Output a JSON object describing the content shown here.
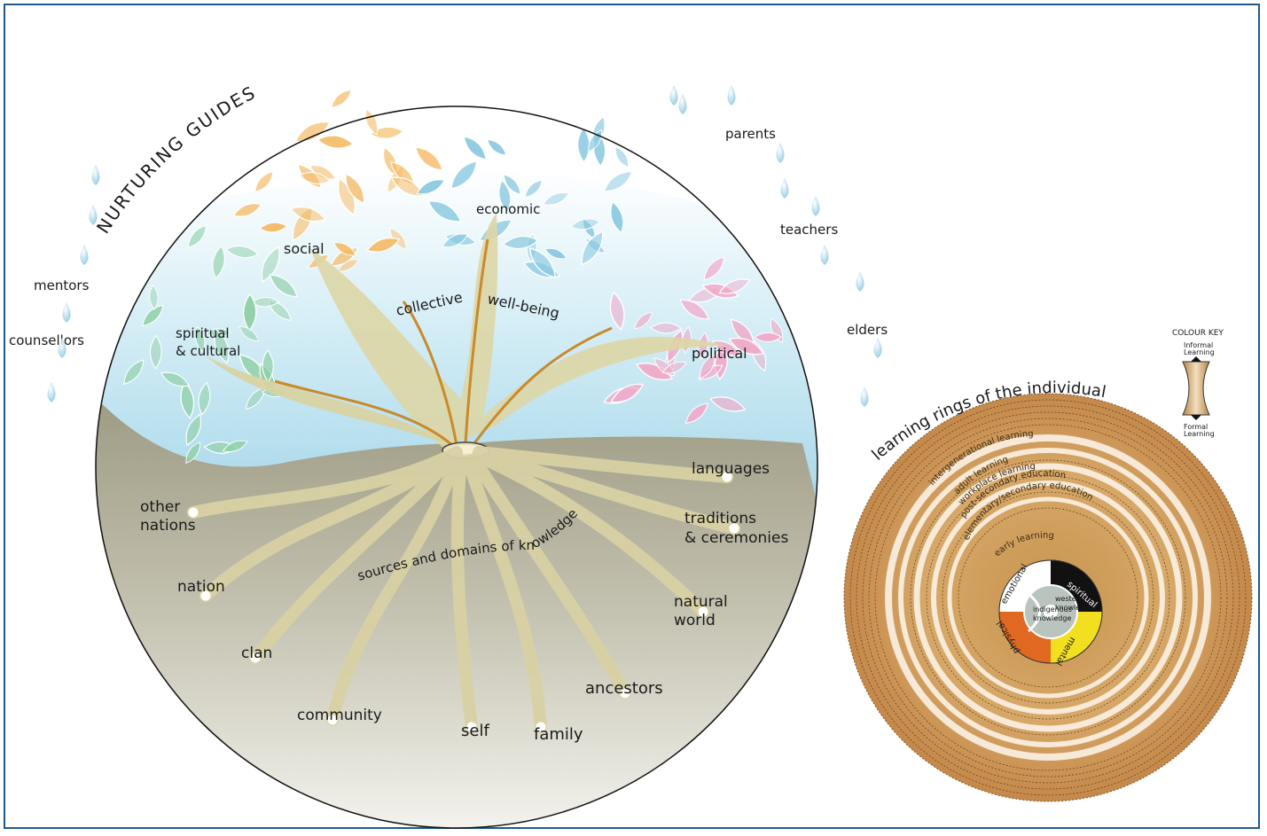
{
  "tree": {
    "title": "NURTURING GUIDES",
    "guides": [
      "mentors",
      "counsellors",
      "parents",
      "teachers",
      "elders"
    ],
    "branches": [
      "social",
      "economic",
      "spiritual\n& cultural",
      "political"
    ],
    "trunk_left": "collective",
    "trunk_right": "well-being",
    "roots_title": "sources and domains of knowledge",
    "roots": [
      "other\nnations",
      "nation",
      "clan",
      "community",
      "self",
      "family",
      "ancestors",
      "natural\nworld",
      "traditions\n& ceremonies",
      "languages"
    ]
  },
  "rings": {
    "title": "learning rings of the individual",
    "stages": [
      "intergenerational learning",
      "adult learning",
      "workplace learning",
      "post-secondary education",
      "elementary/secondary education",
      "early learning"
    ],
    "core": {
      "quadrants": [
        "spiritual",
        "mental",
        "physical",
        "emotional"
      ],
      "inner_left": "indigenous\nknowledge",
      "inner_right": "western\nknowledge"
    }
  },
  "colour_key": {
    "title": "COLOUR KEY",
    "top": "Informal\nLearning",
    "bottom": "Formal\nLearning"
  },
  "colors": {
    "frame": "#1f5a8a",
    "sky": "#bfe2f0",
    "ground": "#a8a690",
    "trunk": "#d8d0a0",
    "leaf_orange": "#f4b860",
    "leaf_blue": "#88c8e0",
    "leaf_green": "#90d0a8",
    "leaf_pink": "#f0a8c8",
    "ring_brown": "#c8904a",
    "spiritual": "#111111",
    "mental": "#f2e020",
    "physical": "#e06820",
    "emotional": "#ffffff"
  }
}
